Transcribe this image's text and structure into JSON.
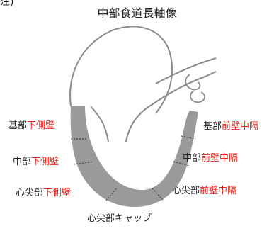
{
  "corner_text": "注)",
  "title": "中部食道長軸像",
  "labels": {
    "basal_inferior": {
      "black": "基部",
      "red": "下側壁"
    },
    "mid_inferior": {
      "black": "中部",
      "red": "下側壁"
    },
    "apical_inferior": {
      "black": "心尖部",
      "red": "下側壁"
    },
    "apical_cap": {
      "black": "心尖部キャップ",
      "red": ""
    },
    "apical_anterior": {
      "black": "心尖部",
      "red": "前壁中隔"
    },
    "mid_anterior": {
      "black": "中部",
      "red": "前壁中隔"
    },
    "basal_anterior": {
      "black": "基部",
      "red": "前壁中隔"
    }
  },
  "colors": {
    "label_red": "#e8241c",
    "segment_fill": "#9a9a9a",
    "outline": "#8a8a8a"
  }
}
